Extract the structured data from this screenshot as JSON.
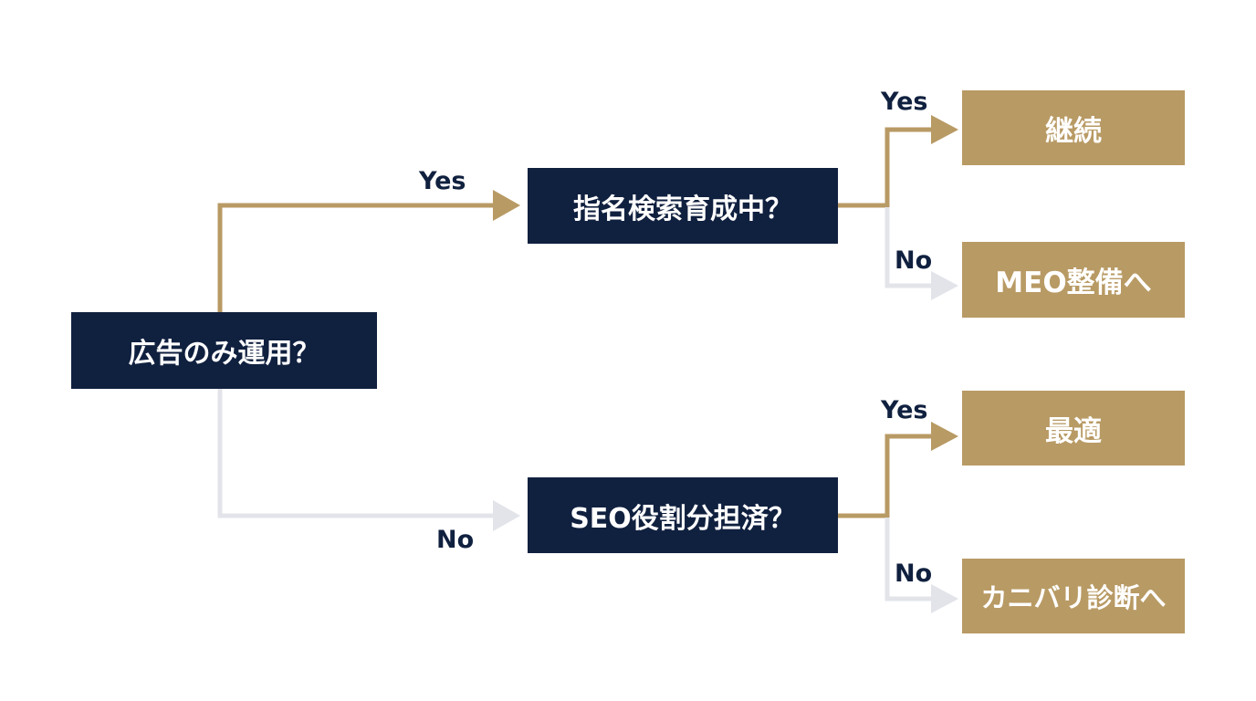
{
  "nodes": {
    "root": "広告のみ運用？",
    "q_brand": "指名検索育成中？",
    "q_seo": "SEO役割分担済？",
    "out_continue": "継続",
    "out_meo": "MEO整備へ",
    "out_optimal": "最適",
    "out_cannibal": "カニバリ診断へ"
  },
  "edges": {
    "root_yes": "Yes",
    "root_no": "No",
    "brand_yes": "Yes",
    "brand_no": "No",
    "seo_yes": "Yes",
    "seo_no": "No"
  },
  "colors": {
    "question_fill": "#10203f",
    "outcome_fill": "#b89a64",
    "yes_line": "#b89a64",
    "no_line": "#e2e4ea",
    "label_text": "#10203f"
  }
}
